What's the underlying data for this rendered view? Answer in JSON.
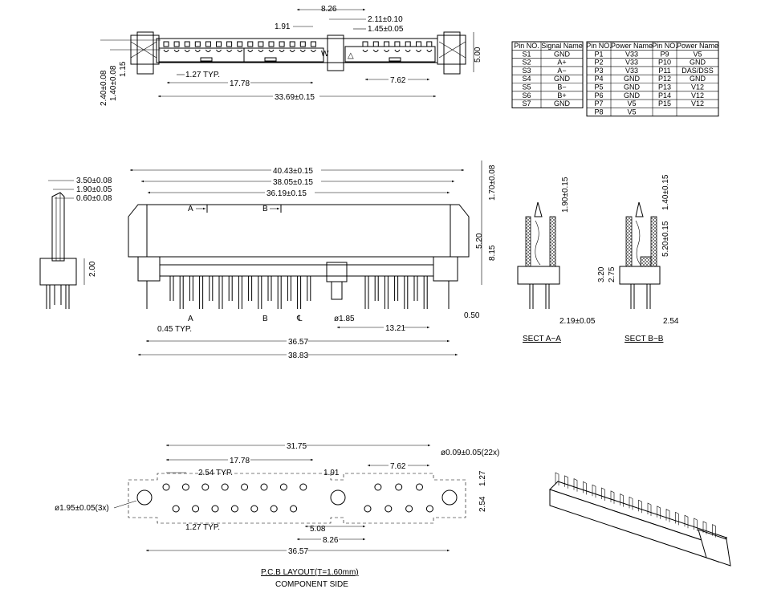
{
  "top_view": {
    "d_8_26": "8.26",
    "d_1_91": "1.91",
    "d_2_11": "2.11±0.10",
    "d_1_45": "1.45±0.05",
    "d_1_27": "1.27 TYP.",
    "d_17_78": "17.78",
    "d_7_62": "7.62",
    "d_33_69": "33.69±0.15",
    "d_5_00": "5.00",
    "d_2_40": "2.40±0.08",
    "d_1_40": "1.40±0.08",
    "d_1_15": "1.15",
    "mark_w": "W",
    "mark_tri": "△"
  },
  "signal_table": {
    "headers": [
      "Pin NO.",
      "Signal Name"
    ],
    "rows": [
      [
        "S1",
        "GND"
      ],
      [
        "S2",
        "A+"
      ],
      [
        "S3",
        "A−"
      ],
      [
        "S4",
        "GND"
      ],
      [
        "S5",
        "B−"
      ],
      [
        "S6",
        "B+"
      ],
      [
        "S7",
        "GND"
      ]
    ]
  },
  "power_table": {
    "headers": [
      "Pin NO.",
      "Power Name",
      "Pin NO.",
      "Power Name"
    ],
    "rows": [
      [
        "P1",
        "V33",
        "P9",
        "V5"
      ],
      [
        "P2",
        "V33",
        "P10",
        "GND"
      ],
      [
        "P3",
        "V33",
        "P11",
        "DAS/DSS"
      ],
      [
        "P4",
        "GND",
        "P12",
        "GND"
      ],
      [
        "P5",
        "GND",
        "P13",
        "V12"
      ],
      [
        "P6",
        "GND",
        "P14",
        "V12"
      ],
      [
        "P7",
        "V5",
        "P15",
        "V12"
      ],
      [
        "P8",
        "V5",
        "",
        ""
      ]
    ]
  },
  "side_view": {
    "d_3_50": "3.50±0.08",
    "d_1_90": "1.90±0.05",
    "d_0_60": "0.60±0.08",
    "d_2_00": "2.00"
  },
  "front_view": {
    "d_40_43": "40.43±0.15",
    "d_38_05": "38.05±0.15",
    "d_36_19": "36.19±0.15",
    "d_1_70": "1.70±0.08",
    "d_5_20": "5.20",
    "d_8_15": "8.15",
    "a": "A",
    "b": "B",
    "cl": "℄",
    "d_0_45": "0.45 TYP.",
    "d_1_85": "ø1.85",
    "d_13_21": "13.21",
    "d_0_50": "0.50",
    "d_36_57": "36.57",
    "d_38_83": "38.83"
  },
  "sections": {
    "a_title": "SECT A−A",
    "b_title": "SECT B−B",
    "a_1_90": "1.90±0.15",
    "a_2_19": "2.19±0.05",
    "b_1_40": "1.40±0.15",
    "b_5_20": "5.20±0.15",
    "b_3_20": "3.20",
    "b_2_75": "2.75",
    "b_2_54": "2.54"
  },
  "pcb": {
    "d_31_75": "31.75",
    "d_17_78": "17.78",
    "d_2_54": "2.54 TYP.",
    "d_1_91": "1.91",
    "d_7_62": "7.62",
    "d_hole": "ø0.09±0.05(22x)",
    "d_peg": "ø1.95±0.05(3x)",
    "d_1_27": "1.27 TYP.",
    "d_5_08": "5.08",
    "d_8_26": "8.26",
    "d_36_57": "36.57",
    "d_r_1_27": "1.27",
    "d_r_2_54": "2.54",
    "title": "P.C.B LAYOUT(T=1.60mm)",
    "subtitle": "COMPONENT SIDE"
  }
}
